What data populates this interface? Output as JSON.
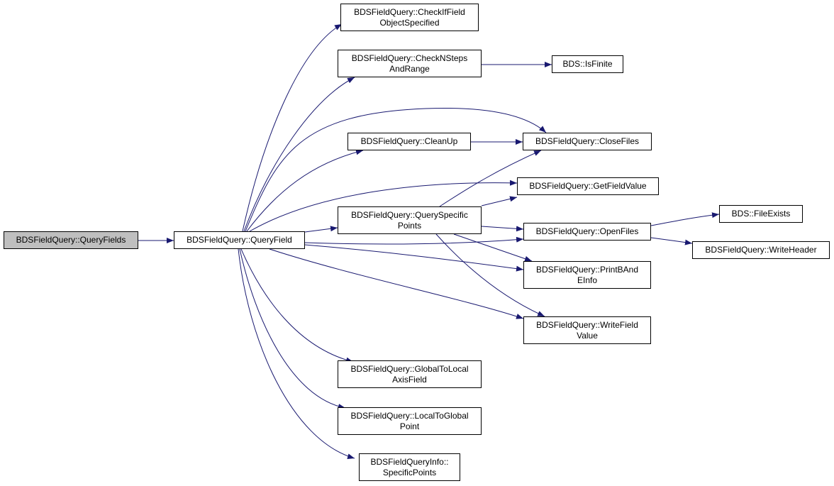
{
  "colors": {
    "edge": "#191970",
    "root_fill": "#bfbfbf",
    "node_fill": "#ffffff",
    "border": "#000000"
  },
  "nodes": {
    "query_fields": {
      "l1": "BDSFieldQuery::QueryFields"
    },
    "query_field": {
      "l1": "BDSFieldQuery::QueryField"
    },
    "check_if_field": {
      "l1": "BDSFieldQuery::CheckIfField",
      "l2": "ObjectSpecified"
    },
    "check_nsteps": {
      "l1": "BDSFieldQuery::CheckNSteps",
      "l2": "AndRange"
    },
    "is_finite": {
      "l1": "BDS::IsFinite"
    },
    "clean_up": {
      "l1": "BDSFieldQuery::CleanUp"
    },
    "close_files": {
      "l1": "BDSFieldQuery::CloseFiles"
    },
    "get_field_value": {
      "l1": "BDSFieldQuery::GetFieldValue"
    },
    "query_specific": {
      "l1": "BDSFieldQuery::QuerySpecific",
      "l2": "Points"
    },
    "open_files": {
      "l1": "BDSFieldQuery::OpenFiles"
    },
    "file_exists": {
      "l1": "BDS::FileExists"
    },
    "write_header": {
      "l1": "BDSFieldQuery::WriteHeader"
    },
    "print_band": {
      "l1": "BDSFieldQuery::PrintBAnd",
      "l2": "EInfo"
    },
    "write_field_value": {
      "l1": "BDSFieldQuery::WriteField",
      "l2": "Value"
    },
    "global_to_local": {
      "l1": "BDSFieldQuery::GlobalToLocal",
      "l2": "AxisField"
    },
    "local_to_global": {
      "l1": "BDSFieldQuery::LocalToGlobal",
      "l2": "Point"
    },
    "specific_points": {
      "l1": "BDSFieldQueryInfo::",
      "l2": "SpecificPoints"
    }
  }
}
